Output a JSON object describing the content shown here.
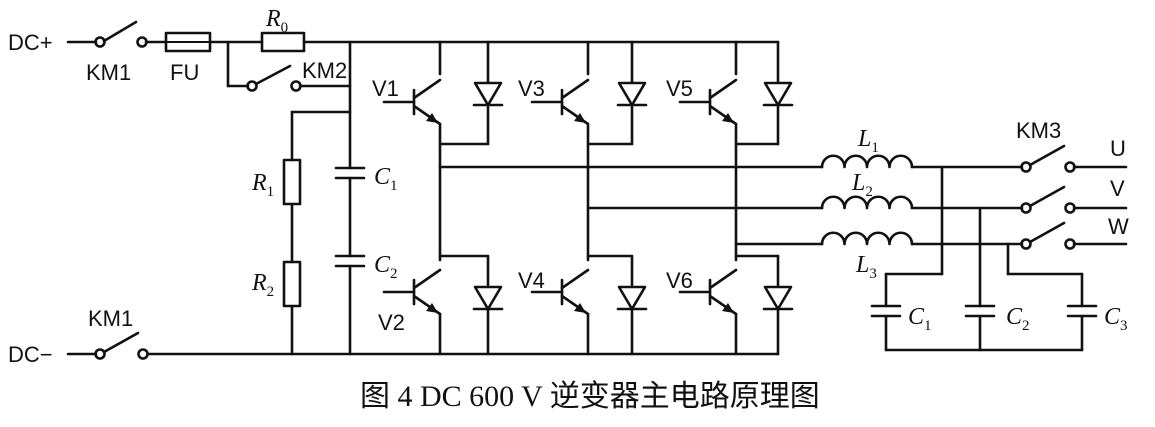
{
  "labels": {
    "dc_plus": "DC+",
    "dc_minus": "DC−",
    "km1_top": "KM1",
    "km1_bottom": "KM1",
    "fuse": "FU",
    "r0": "R",
    "r0_sub": "0",
    "km2": "KM2",
    "km3": "KM3",
    "r1": "R",
    "r1_sub": "1",
    "r2": "R",
    "r2_sub": "2",
    "c1": "C",
    "c1_sub": "1",
    "c2": "C",
    "c2_sub": "2",
    "v1": "V1",
    "v2": "V2",
    "v3": "V3",
    "v4": "V4",
    "v5": "V5",
    "v6": "V6",
    "l1": "L",
    "l1_sub": "1",
    "l2": "L",
    "l2_sub": "2",
    "l3": "L",
    "l3_sub": "3",
    "out_u": "U",
    "out_v": "V",
    "out_w": "W",
    "fc1": "C",
    "fc1_sub": "1",
    "fc2": "C",
    "fc2_sub": "2",
    "fc3": "C",
    "fc3_sub": "3"
  },
  "caption": "图 4  DC 600 V 逆变器主电路原理图"
}
